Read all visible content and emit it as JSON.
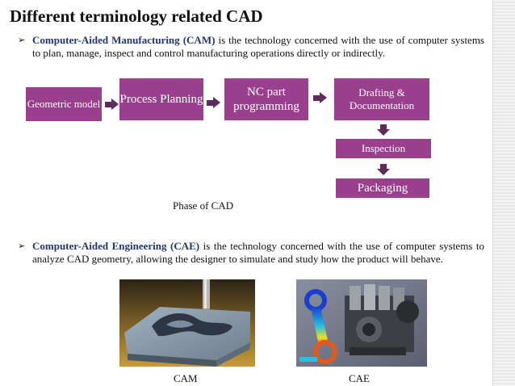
{
  "title": "Different terminology related CAD",
  "bullets": [
    {
      "term": "Computer-Aided Manufacturing (CAM)",
      "text": " is the technology concerned with the use of computer systems to plan, manage,  inspect and control manufacturing operations directly or indirectly."
    },
    {
      "term": "Computer-Aided Engineering (CAE)",
      "text": " is the technology concerned with the use of computer systems to analyze CAD geometry, allowing the designer to simulate and study how the product will behave."
    }
  ],
  "flow": {
    "geometric_model": "Geometric model",
    "process_planning": "Process Planning",
    "nc_part": "NC part programming",
    "drafting": "Drafting & Documentation",
    "inspection": "Inspection",
    "packaging": "Packaging",
    "caption": "Phase of  CAD"
  },
  "images": {
    "cam_caption": "CAM",
    "cae_caption": "CAE"
  },
  "colors": {
    "box": "#9a3e8e",
    "arrow": "#5f2a5c",
    "term": "#24356e"
  }
}
